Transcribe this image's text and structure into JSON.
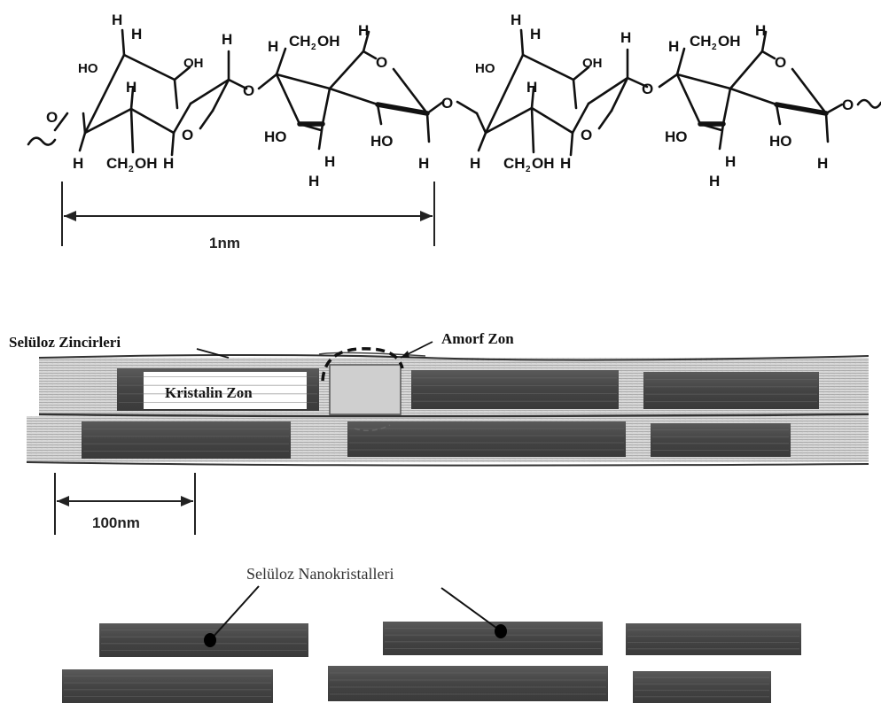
{
  "molecule": {
    "atoms": {
      "H": "H",
      "O": "O",
      "HO": "HO",
      "OH": "OH",
      "CH": "CH",
      "sub2": "2",
      "ring_O": "O",
      "bridge_O": "O"
    },
    "scale_label": "1nm"
  },
  "fibril": {
    "chains_label": "Selüloz Zincirleri",
    "amorphous_label": "Amorf Zon",
    "crystalline_label": "Kristalin Zon",
    "scale_label": "100nm"
  },
  "nanocrystals": {
    "label": "Selüloz Nanokristalleri"
  },
  "colors": {
    "crystal_fill": "#4a4a4a",
    "crystal_stripe": "#6a6a6a",
    "amorphous_fill": "#cfcfcf",
    "line": "#111111",
    "background": "#ffffff"
  }
}
